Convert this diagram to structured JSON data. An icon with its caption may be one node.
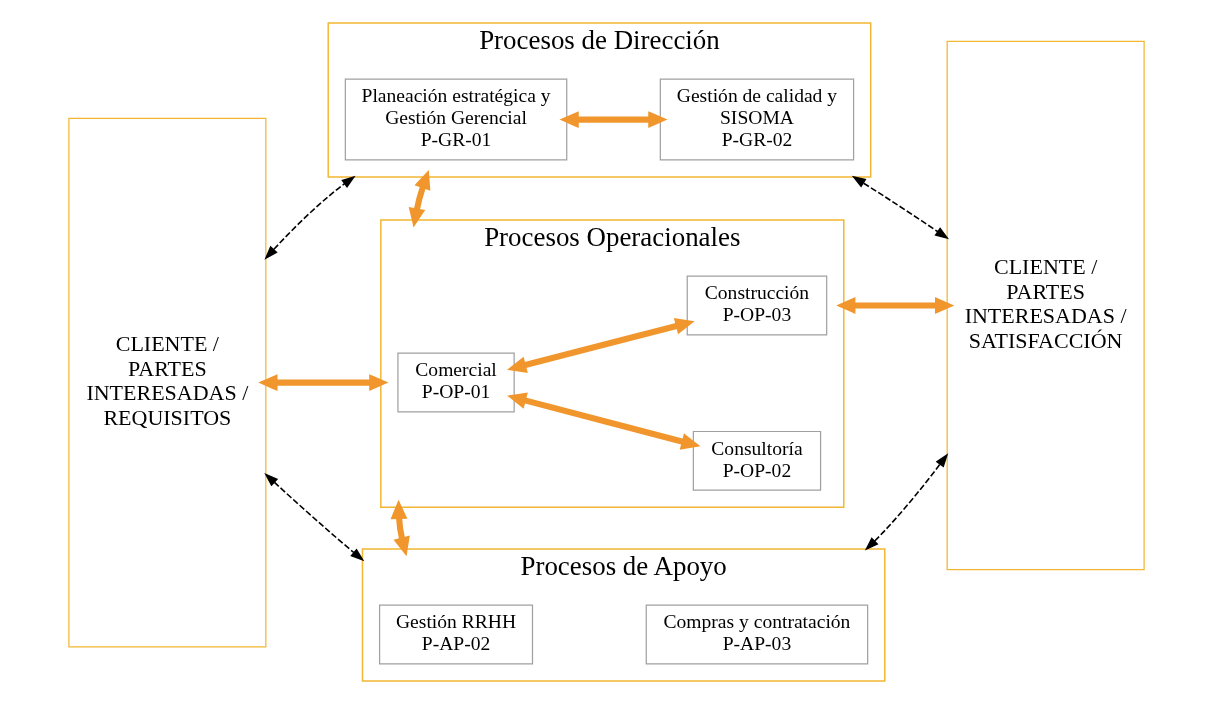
{
  "diagram": {
    "nodes": [
      {
        "text": [
          "CLIENTE / PARTES INTERESADAS / REQUISITOS"
        ]
      },
      {
        "text": [
          "Procesos de Dirección"
        ]
      },
      {
        "text": [
          "Planeación estratégica y Gestión Gerencial",
          "P-GR-01"
        ],
        "in": 1
      },
      {
        "text": [
          "Gestión de calidad y SISOMA",
          "P-GR-02"
        ],
        "in": 1
      },
      {
        "text": [
          "Procesos Operacionales"
        ]
      },
      {
        "text": [
          "Comercial",
          "P-OP-01"
        ],
        "in": 4
      },
      {
        "text": [
          "Consultoría",
          "P-OP-02"
        ],
        "in": 4
      },
      {
        "text": [
          "Construcción",
          "P-OP-03"
        ],
        "in": 4
      },
      {
        "text": [
          "Procesos de Apoyo"
        ]
      },
      {
        "text": [
          "Gestión RRHH",
          "P-AP-02"
        ],
        "in": 8
      },
      {
        "text": [
          "Compras y contratación",
          "P-AP-03"
        ],
        "in": 8
      },
      {
        "text": [
          "CLIENTE / PARTES INTERESADAS / SATISFACCIÓN"
        ]
      }
    ],
    "edges": [
      {
        "from": 0,
        "to": 1,
        "arrow": "both",
        "style": "dashed",
        "color": "#000000"
      },
      {
        "from": 1,
        "to": 11,
        "arrow": "both",
        "style": "dashed",
        "color": "#000000"
      },
      {
        "from": 2,
        "to": 3,
        "arrow": "both"
      },
      {
        "from": 1,
        "to": 4,
        "arrow": "both"
      },
      {
        "from": 0,
        "to": 4,
        "arrow": "both"
      },
      {
        "from": 4,
        "to": 11,
        "arrow": "both"
      },
      {
        "from": 5,
        "to": 6,
        "arrow": "both"
      },
      {
        "from": 5,
        "to": 7,
        "arrow": "both"
      },
      {
        "from": 4,
        "to": 8,
        "arrow": "both"
      },
      {
        "from": 0,
        "to": 8,
        "arrow": "both",
        "style": "dashed",
        "color": "#000000"
      },
      {
        "from": 8,
        "to": 11,
        "arrow": "both",
        "style": "dashed",
        "color": "#000000"
      }
    ]
  }
}
